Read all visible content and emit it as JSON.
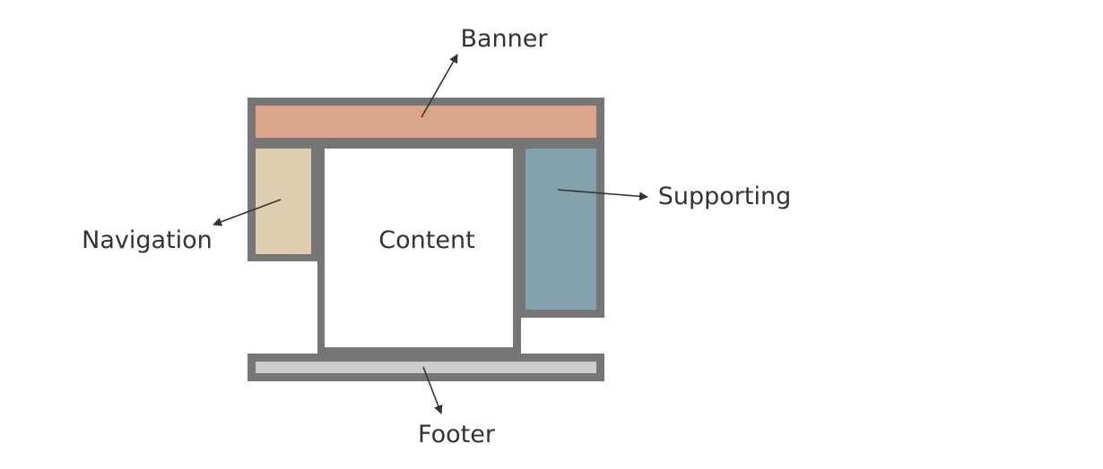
{
  "diagram": {
    "labels": {
      "banner": "Banner",
      "navigation": "Navigation",
      "content": "Content",
      "supporting": "Supporting",
      "footer": "Footer"
    },
    "colors": {
      "frame": "#767676",
      "banner": "#dca58a",
      "navigation": "#dfcdb2",
      "content": "#ffffff",
      "supporting": "#84a2ad",
      "footer": "#cccccc",
      "arrow": "#333333",
      "text": "#333333"
    }
  }
}
